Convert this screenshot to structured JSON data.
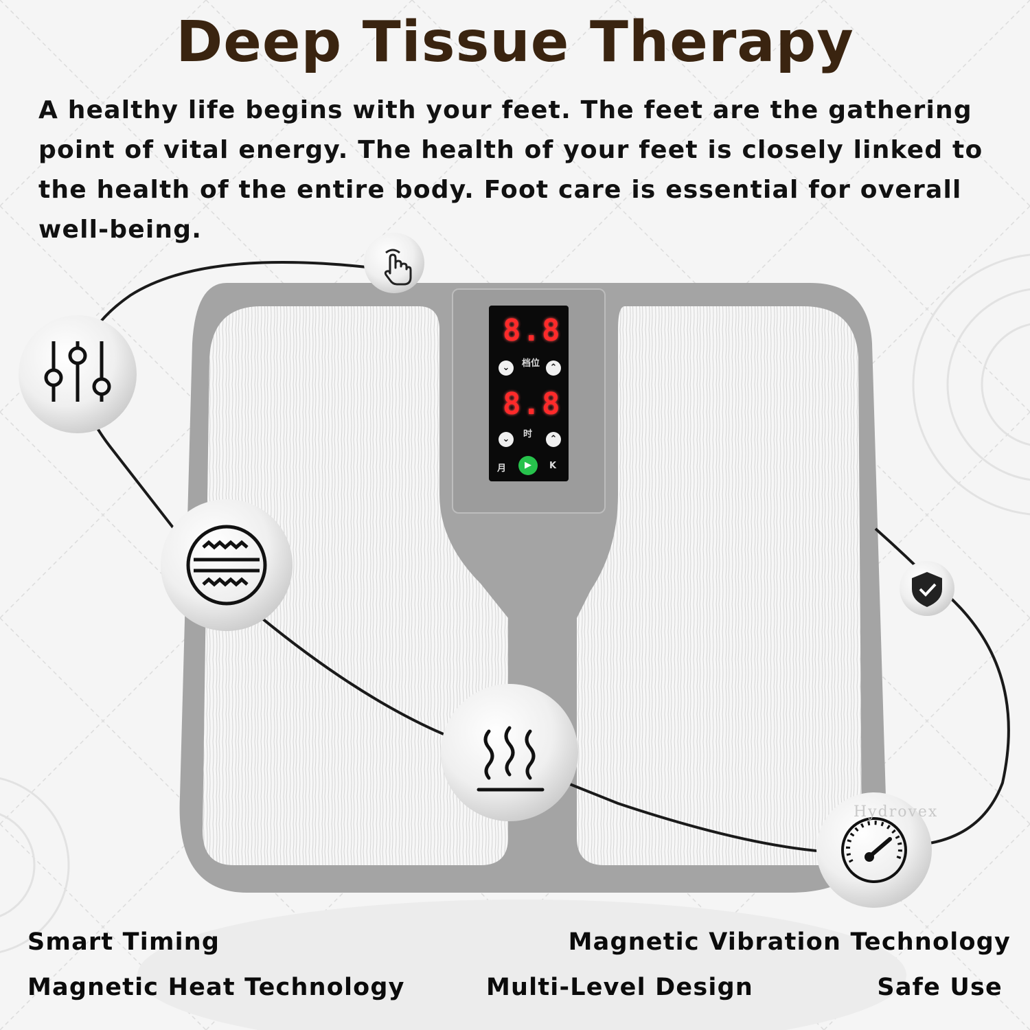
{
  "heading": "Deep Tissue Therapy",
  "intro": "A healthy life begins with your feet. The feet are the gathering point of vital energy. The health of your feet is closely linked to the health of the entire body. Foot care is essential for overall well-being.",
  "features": {
    "smart_timing": "Smart Timing",
    "magnetic_heat": "Magnetic Heat Technology",
    "multi_level": "Multi-Level Design",
    "magnetic_vibration": "Magnetic Vibration Technology",
    "safe_use": "Safe Use"
  },
  "display": {
    "top_value": "8.8",
    "bottom_value": "8.8",
    "down_glyph": "⌄",
    "up_glyph": "⌃",
    "play_glyph": "▶",
    "top_label": "档位",
    "bottom_label": "时",
    "left_label": "月",
    "right_label": "K"
  },
  "brand": "Hydrovex",
  "colors": {
    "heading": "#3a2410",
    "device_frame": "#9c9c9c",
    "display_digits": "#ff2a2a",
    "play_button": "#27c24c"
  },
  "icons": [
    "hand-pointer-icon",
    "sliders-icon",
    "wave-layers-icon",
    "heat-icon",
    "shield-check-icon",
    "gauge-icon"
  ]
}
